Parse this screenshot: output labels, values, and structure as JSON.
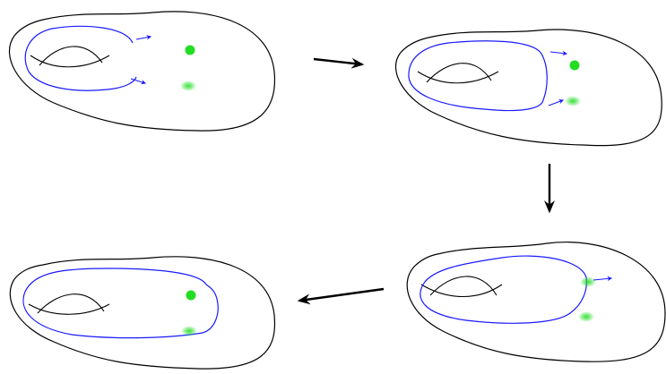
{
  "diagram": {
    "description_visible_text": "",
    "colors": {
      "surface": "#000000",
      "handle": "#000000",
      "loop": "#1a1aff",
      "point": "#22dd22",
      "arrow": "#000000"
    },
    "panels": [
      {
        "id": "panel-1",
        "point_a": "solid",
        "point_b": "blurred"
      },
      {
        "id": "panel-2",
        "point_a": "solid",
        "point_b": "blurred"
      },
      {
        "id": "panel-3",
        "point_a": "blurred-on-loop",
        "point_b": "blurred"
      },
      {
        "id": "panel-4",
        "point_a": "solid",
        "point_b": "blurred-on-loop"
      }
    ],
    "step_arrows": [
      "right",
      "down",
      "left"
    ]
  }
}
